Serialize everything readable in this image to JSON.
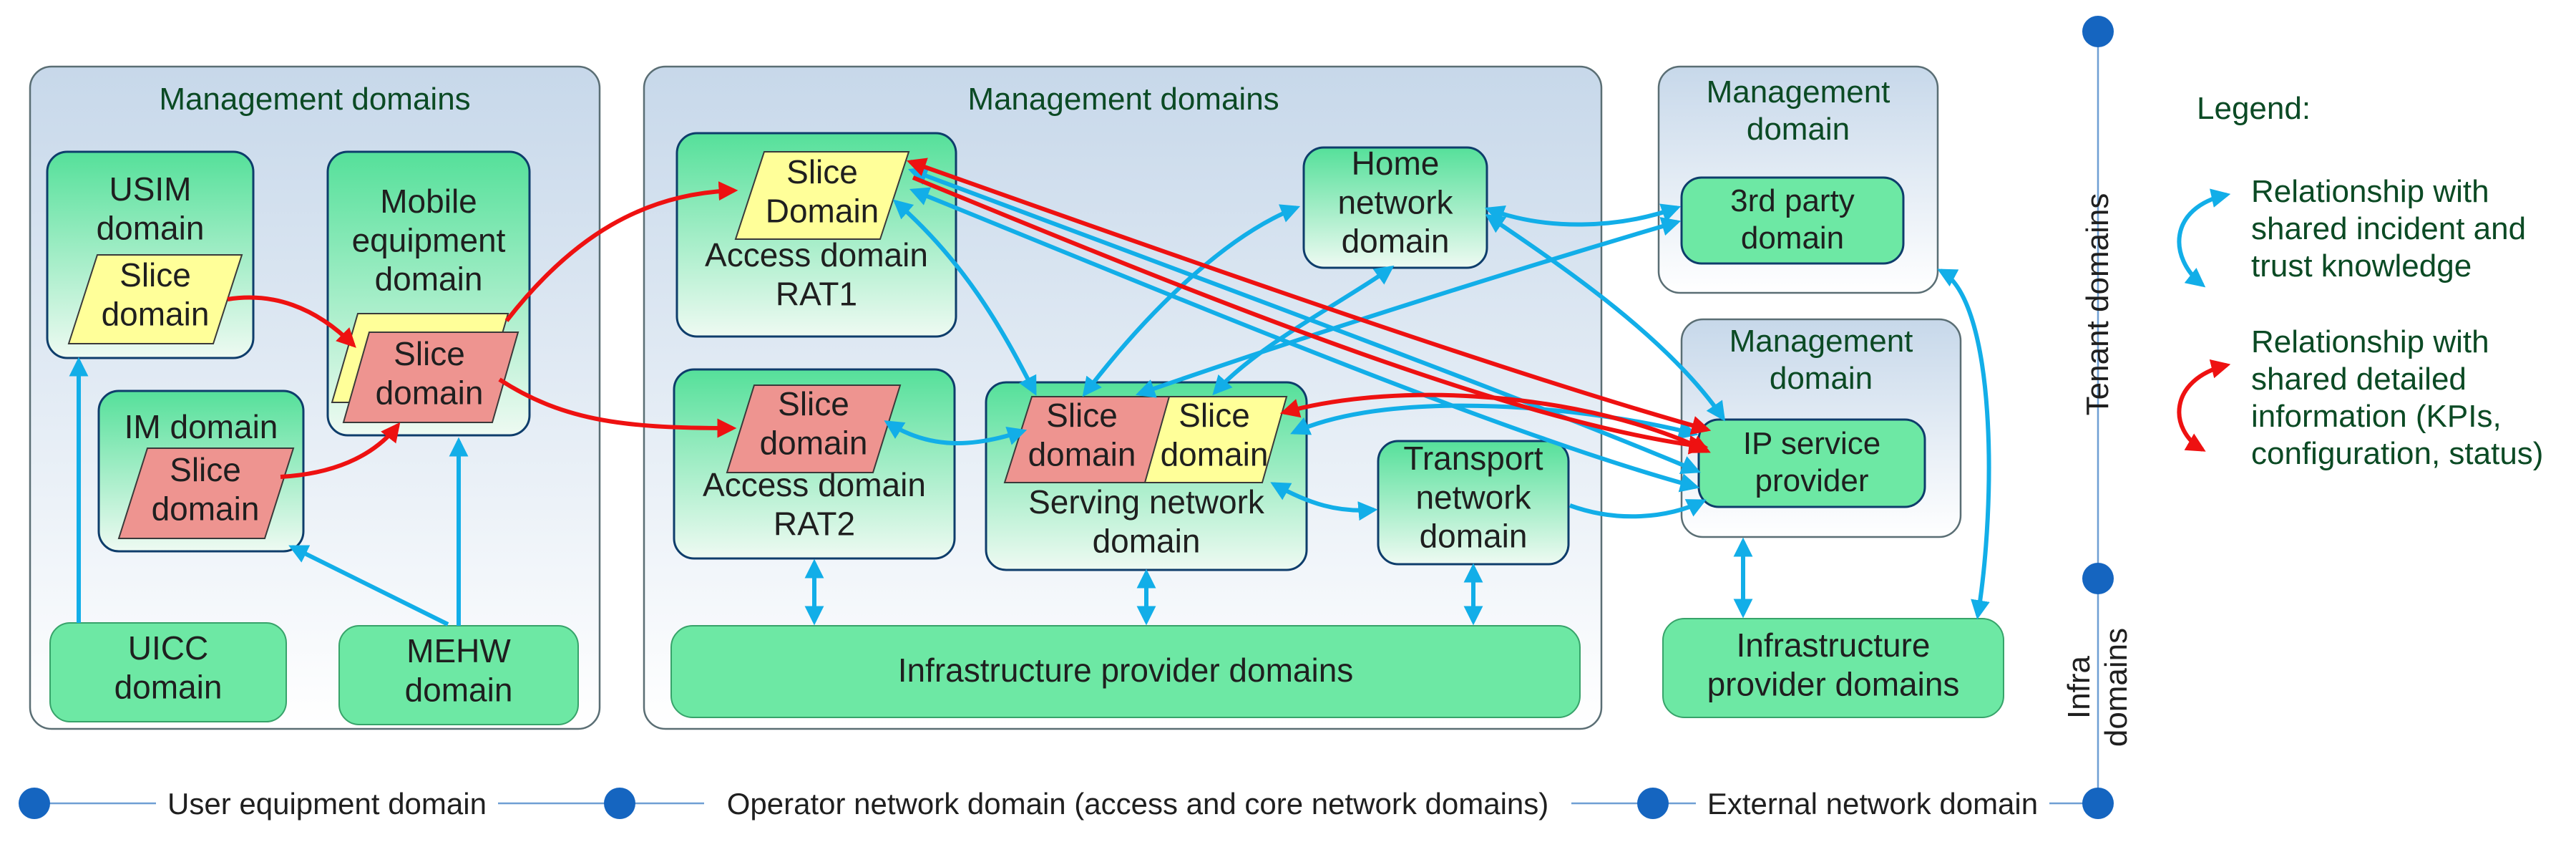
{
  "management_groups": [
    {
      "id": "mg_ue",
      "title": "Management domains"
    },
    {
      "id": "mg_op",
      "title": "Management domains"
    },
    {
      "id": "mg_ext1",
      "title": "Management\ndomain"
    },
    {
      "id": "mg_ext2",
      "title": "Management\ndomain"
    }
  ],
  "domains": {
    "usim": "USIM\ndomain",
    "mobile_eq": "Mobile\nequipment\ndomain",
    "im": "IM domain",
    "uicc": "UICC\ndomain",
    "mehw": "MEHW\ndomain",
    "access1": "Access domain\nRAT1",
    "access2": "Access domain\nRAT2",
    "home": "Home\nnetwork\ndomain",
    "serving": "Serving network\ndomain",
    "transport": "Transport\nnetwork\ndomain",
    "infra_op": "Infrastructure provider domains",
    "third_party": "3rd party\ndomain",
    "ip_sp": "IP service\nprovider",
    "infra_ext": "Infrastructure\nprovider domains"
  },
  "slices": {
    "usim_slice": "Slice\ndomain",
    "me_slice": "Slice\ndomain",
    "im_slice": "Slice\ndomain",
    "a1_slice": "Slice\nDomain",
    "a2_slice": "Slice\ndomain",
    "sv_slice_red": "Slice\ndomain",
    "sv_slice_yellow": "Slice\ndomain"
  },
  "legend": {
    "title": "Legend:",
    "blue_label": "Relationship with\nshared incident and\ntrust knowledge",
    "red_label": "Relationship with\nshared detailed\ninformation (KPIs,\nconfiguration, status)"
  },
  "axis": {
    "bottom": [
      "User equipment domain",
      "Operator network domain (access and core network domains)",
      "External network domain"
    ],
    "right_top": "Tenant domains",
    "right_bottom": "Infra\ndomains"
  },
  "colors": {
    "box_green": "#6de8a4",
    "slice_yellow": "#ffff99",
    "slice_red": "#ee9490",
    "arrow_blue": "#12aee8",
    "arrow_red": "#ee1111",
    "axis_blue": "#1565c0",
    "border": "#0e3d6b"
  }
}
